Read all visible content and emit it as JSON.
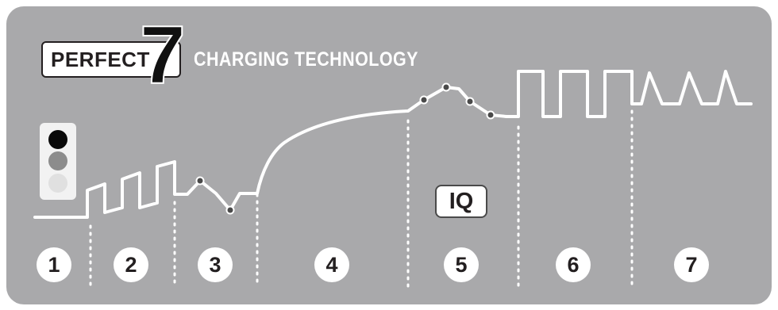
{
  "logo": {
    "word": "PERFECT",
    "number": "7"
  },
  "tagline": "CHARGING TECHNOLOGY",
  "iq_badge": "IQ",
  "stages": [
    "1",
    "2",
    "3",
    "4",
    "5",
    "6",
    "7"
  ],
  "colors": {
    "panel": "#a9a9ab",
    "line": "#ffffff",
    "marker": "#4a4a4a",
    "light_top": "#0a0a0a",
    "light_middle": "#8c8c8c",
    "light_bottom": "#e0e0e0",
    "text_dark": "#231f20"
  }
}
